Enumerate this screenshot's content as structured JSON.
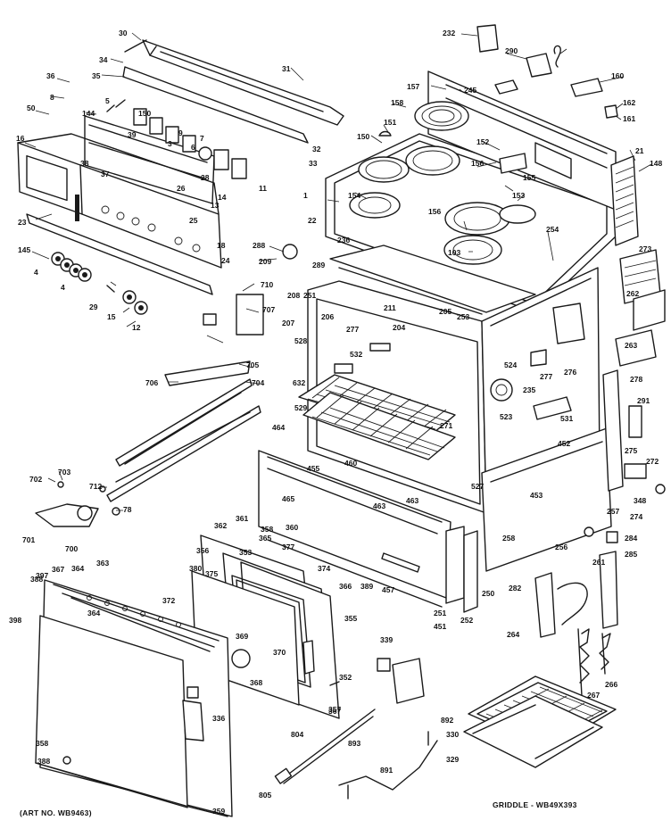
{
  "diagram": {
    "footer_left": "(ART NO. WB9463)",
    "footer_right": "GRIDDLE - WB49X393",
    "labels": [
      "30",
      "34",
      "35",
      "31",
      "36",
      "8",
      "144",
      "5",
      "39",
      "150",
      "32",
      "33",
      "9",
      "3",
      "6",
      "7",
      "50",
      "16",
      "38",
      "28",
      "14",
      "11",
      "37",
      "23",
      "26",
      "13",
      "25",
      "18",
      "145",
      "24",
      "4",
      "4",
      "29",
      "15",
      "12",
      "209",
      "288",
      "289",
      "236",
      "710",
      "707",
      "706",
      "705",
      "704",
      "702",
      "703",
      "712",
      "78",
      "701",
      "700",
      "232",
      "290",
      "160",
      "157",
      "245",
      "158",
      "162",
      "161",
      "21",
      "148",
      "151",
      "150",
      "156",
      "152",
      "153",
      "154",
      "155",
      "156",
      "1",
      "22",
      "103",
      "254",
      "208",
      "251",
      "207",
      "211",
      "205",
      "204",
      "206",
      "253",
      "528",
      "523",
      "529",
      "632",
      "532",
      "277",
      "271",
      "524",
      "276",
      "278",
      "531",
      "235",
      "277",
      "455",
      "465",
      "463",
      "527",
      "460",
      "452",
      "453",
      "464",
      "463",
      "258",
      "257",
      "274",
      "256",
      "284",
      "285",
      "272",
      "348",
      "291",
      "261",
      "282",
      "262",
      "263",
      "264",
      "267",
      "266",
      "273",
      "275",
      "250",
      "251",
      "252",
      "451",
      "457",
      "361",
      "362",
      "356",
      "363",
      "367",
      "374",
      "380",
      "358",
      "353",
      "364",
      "360",
      "365",
      "377",
      "375",
      "368",
      "370",
      "369",
      "372",
      "355",
      "366",
      "352",
      "367",
      "389",
      "398",
      "397",
      "364",
      "388",
      "358",
      "336",
      "359",
      "357",
      "388",
      "892",
      "804",
      "893",
      "805",
      "891",
      "339",
      "330",
      "329"
    ]
  }
}
